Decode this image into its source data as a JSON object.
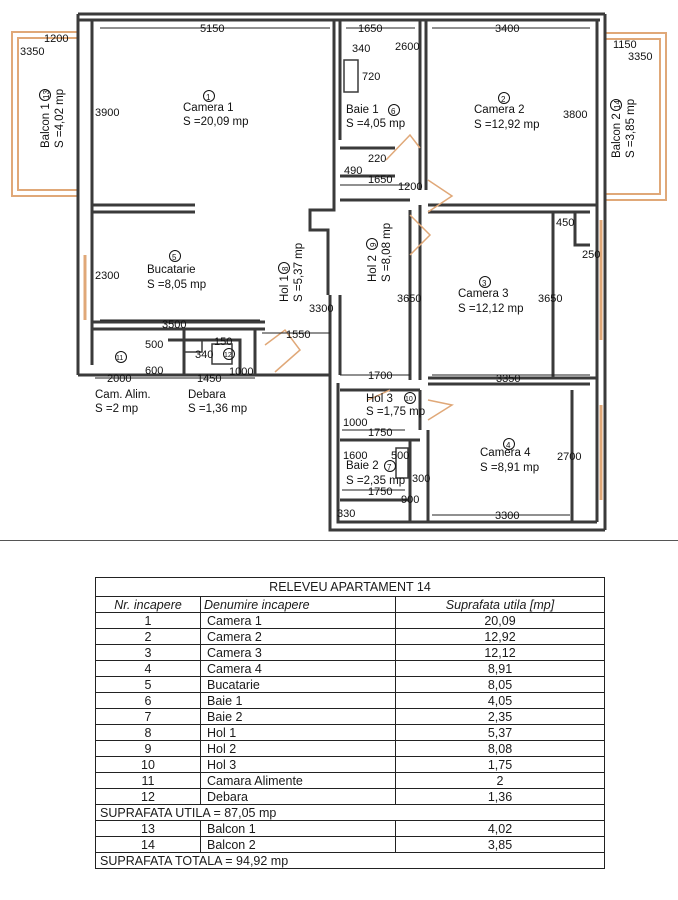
{
  "rooms": [
    {
      "nr": "1",
      "name": "Camera 1",
      "area": "S =20,09 mp"
    },
    {
      "nr": "2",
      "name": "Camera 2",
      "area": "S =12,92 mp"
    },
    {
      "nr": "3",
      "name": "Camera 3",
      "area": "S =12,12 mp"
    },
    {
      "nr": "4",
      "name": "Camera 4",
      "area": "S =8,91 mp"
    },
    {
      "nr": "5",
      "name": "Bucatarie",
      "area": "S =8,05 mp"
    },
    {
      "nr": "6",
      "name": "Baie 1",
      "area": "S =4,05 mp"
    },
    {
      "nr": "7",
      "name": "Baie 2",
      "area": "S =2,35 mp"
    },
    {
      "nr": "8",
      "name": "Hol 1",
      "area": "S =5,37 mp"
    },
    {
      "nr": "9",
      "name": "Hol 2",
      "area": "S =8,08 mp"
    },
    {
      "nr": "10",
      "name": "Hol 3",
      "area": "S =1,75 mp"
    },
    {
      "nr": "11",
      "name": "Cam. Alim.",
      "area": "S =2 mp"
    },
    {
      "nr": "12",
      "name": "Debara",
      "area": "S =1,36 mp"
    },
    {
      "nr": "13",
      "name": "Balcon 1",
      "area": "S =4,02 mp"
    },
    {
      "nr": "14",
      "name": "Balcon 2",
      "area": "S =3,85 mp"
    }
  ],
  "dimensions": [
    "5150",
    "1650",
    "2600",
    "3400",
    "1200",
    "1150",
    "3350",
    "3350",
    "3900",
    "3800",
    "340",
    "720",
    "220",
    "490",
    "1650",
    "1200",
    "450",
    "250",
    "2300",
    "3650",
    "3650",
    "3300",
    "3500",
    "150",
    "500",
    "340",
    "1550",
    "600",
    "1000",
    "2000",
    "1450",
    "1700",
    "3350",
    "1000",
    "1750",
    "1600",
    "500",
    "300",
    "1750",
    "900",
    "330",
    "3300",
    "2700"
  ],
  "table": {
    "title": "RELEVEU APARTAMENT 14",
    "headers": {
      "nr": "Nr. incapere",
      "name": "Denumire incapere",
      "area": "Suprafata utila [mp]"
    },
    "rows": [
      {
        "nr": "1",
        "name": "Camera 1",
        "area": "20,09"
      },
      {
        "nr": "2",
        "name": "Camera 2",
        "area": "12,92"
      },
      {
        "nr": "3",
        "name": "Camera 3",
        "area": "12,12"
      },
      {
        "nr": "4",
        "name": "Camera 4",
        "area": "8,91"
      },
      {
        "nr": "5",
        "name": "Bucatarie",
        "area": "8,05"
      },
      {
        "nr": "6",
        "name": "Baie 1",
        "area": "4,05"
      },
      {
        "nr": "7",
        "name": "Baie 2",
        "area": "2,35"
      },
      {
        "nr": "8",
        "name": "Hol 1",
        "area": "5,37"
      },
      {
        "nr": "9",
        "name": "Hol 2",
        "area": "8,08"
      },
      {
        "nr": "10",
        "name": "Hol 3",
        "area": "1,75"
      },
      {
        "nr": "11",
        "name": "Camara Alimente",
        "area": "2"
      },
      {
        "nr": "12",
        "name": "Debara",
        "area": "1,36"
      }
    ],
    "total_util": "SUPRAFATA UTILA = 87,05 mp",
    "balcony_rows": [
      {
        "nr": "13",
        "name": "Balcon 1",
        "area": "4,02"
      },
      {
        "nr": "14",
        "name": "Balcon 2",
        "area": "3,85"
      }
    ],
    "total_all": "SUPRAFATA TOTALA = 94,92 mp"
  },
  "colors": {
    "wall": "#3a3a3a",
    "window": "#e0a878",
    "ink": "#111111"
  }
}
